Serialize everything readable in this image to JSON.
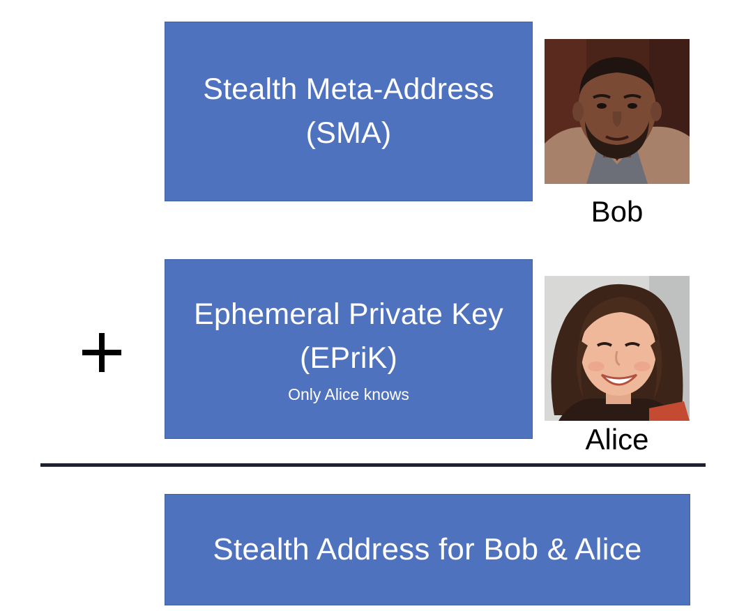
{
  "boxes": {
    "sma": {
      "title": "Stealth Meta-Address",
      "abbr": "(SMA)"
    },
    "eprik": {
      "title": "Ephemeral Private Key",
      "abbr": "(EPriK)",
      "note": "Only Alice knows"
    },
    "result": {
      "title": "Stealth Address for Bob & Alice"
    }
  },
  "people": {
    "bob": {
      "name": "Bob"
    },
    "alice": {
      "name": "Alice"
    }
  },
  "operator": "+",
  "colors": {
    "box_fill": "#4f72be",
    "box_text": "#ffffff",
    "divider": "#1a2233"
  }
}
